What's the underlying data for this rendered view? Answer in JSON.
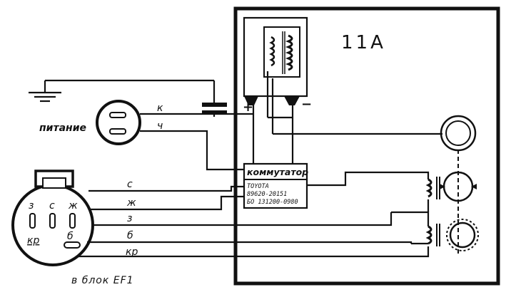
{
  "unit_label": "11A",
  "supply": {
    "label": "питание",
    "wires": [
      "к",
      "ч"
    ]
  },
  "switch": {
    "title": "коммутатор",
    "lines": [
      "TOYOTA",
      "89620-20151",
      "БО 131200-0980"
    ]
  },
  "connector": {
    "caption": "в блок EF1",
    "pins_top": [
      "з",
      "с",
      "ж"
    ],
    "pins_bottom": [
      "кр",
      "б"
    ]
  },
  "wire_labels": [
    "с",
    "ж",
    "з",
    "б",
    "кр"
  ],
  "polarity": {
    "plus": "+",
    "minus": "−"
  },
  "colors": {
    "ink": "#111111",
    "paper": "#ffffff"
  }
}
